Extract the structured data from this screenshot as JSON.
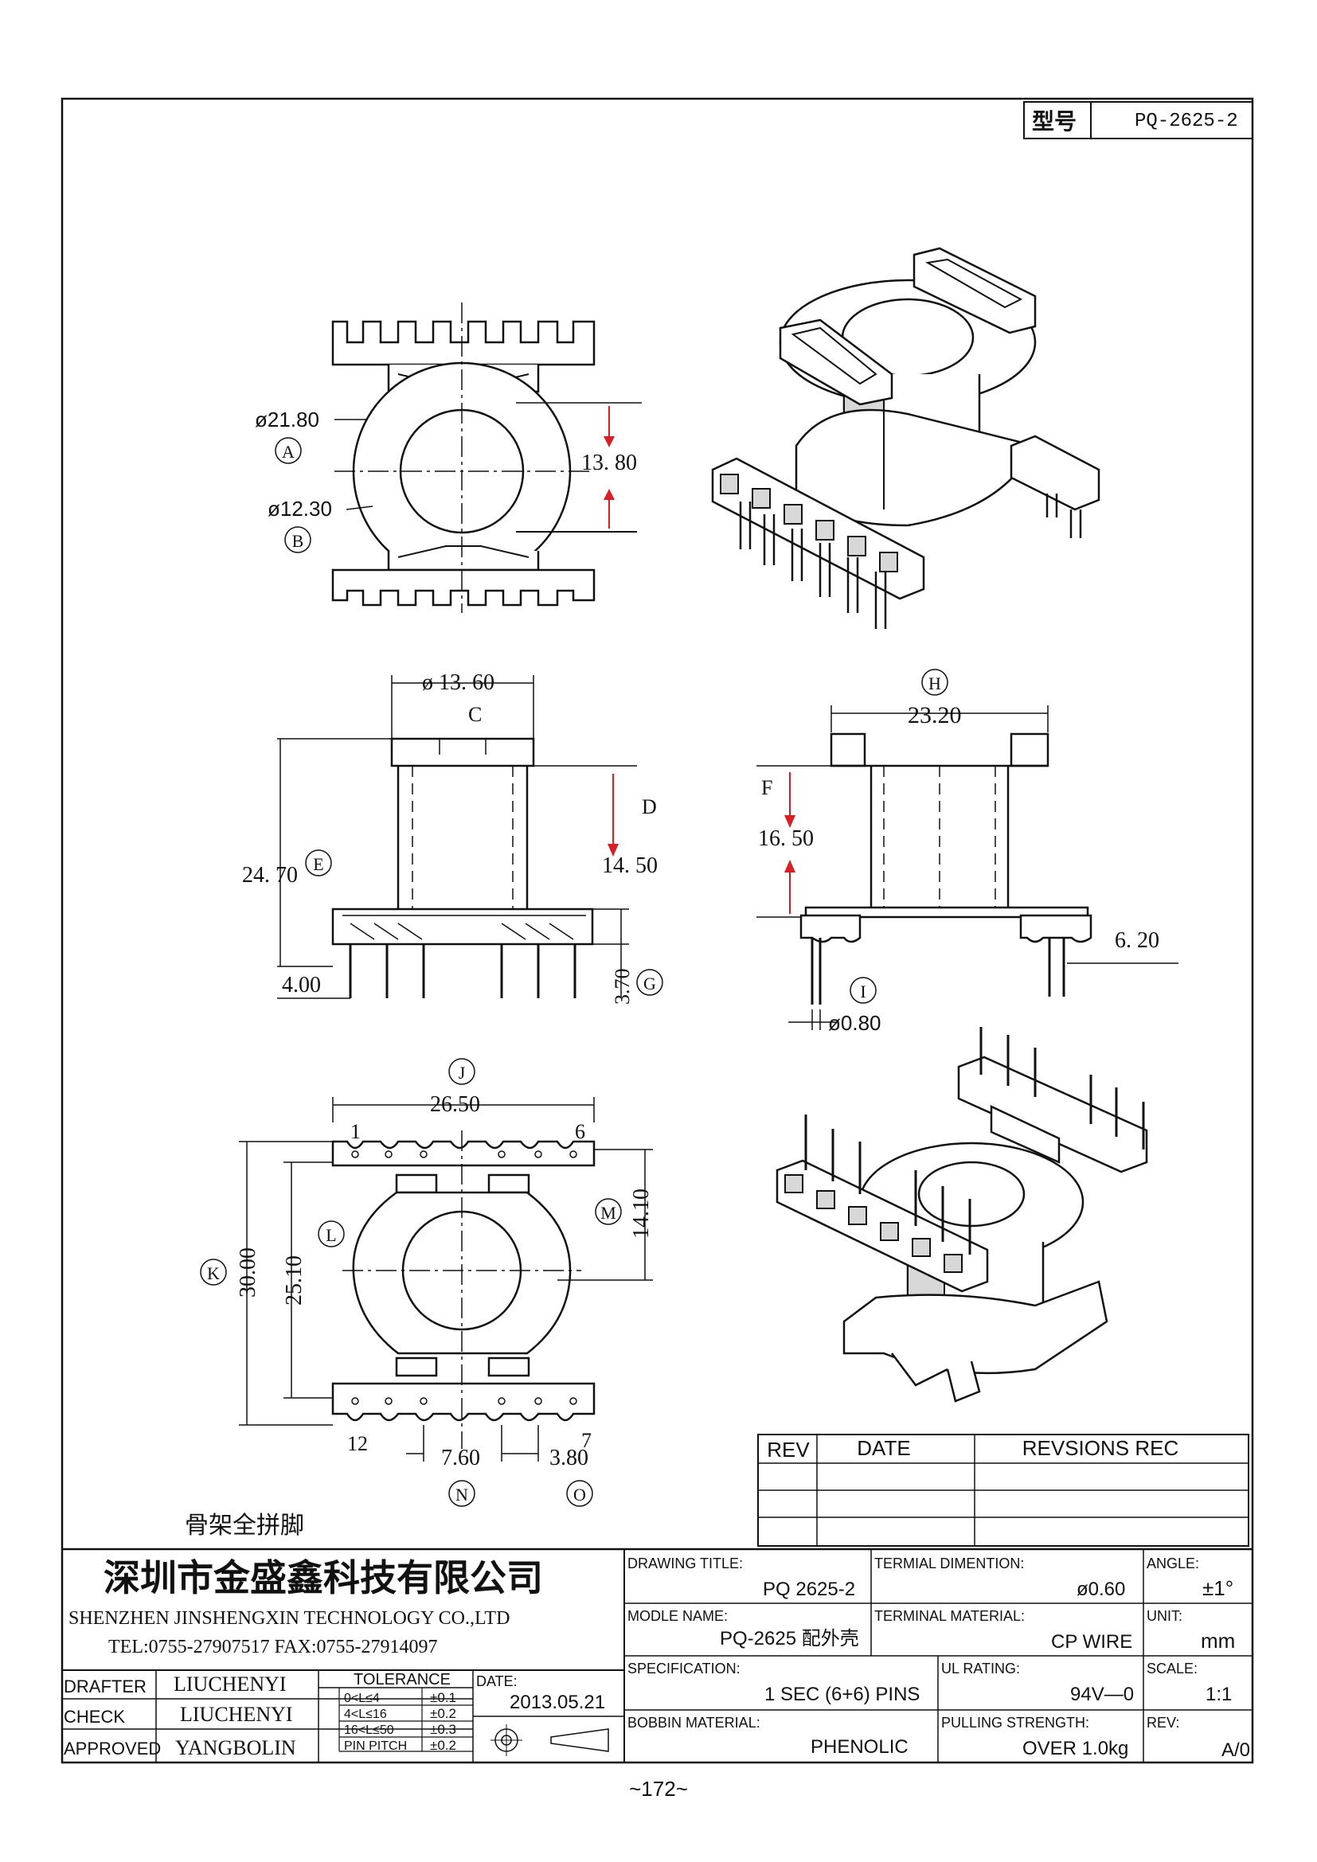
{
  "model_box": {
    "label": "型号",
    "value": "PQ-2625-2"
  },
  "dimensions": {
    "top_view": {
      "outer_dia": "ø21.80",
      "inner_dia": "ø12.30",
      "height": "13. 80",
      "label_a": "A",
      "label_b": "B"
    },
    "front_view": {
      "width": "ø 13. 60",
      "label_c": "C",
      "label_d": "D",
      "total_height": "24. 70",
      "label_e": "E",
      "core_height": "14. 50",
      "pin_offset": "4.00",
      "pin_length": "3.70",
      "label_g": "G"
    },
    "side_view": {
      "label_h": "H",
      "width": "23.20",
      "label_f": "F",
      "core_height": "16. 50",
      "pin_length": "6. 20",
      "label_i": "I",
      "pin_dia": "ø0.80"
    },
    "bottom_view": {
      "label_j": "J",
      "width": "26.50",
      "pin_1": "1",
      "pin_6": "6",
      "pin_7": "7",
      "pin_12": "12",
      "label_k": "K",
      "outer_height": "30.00",
      "inner_height": "25.10",
      "label_l": "L",
      "label_m": "M",
      "right_height": "14.10",
      "pitch_1": "7.60",
      "pitch_2": "3.80",
      "label_n": "N",
      "label_o": "O"
    }
  },
  "note": "骨架全拼脚",
  "revisions": {
    "headers": [
      "REV",
      "DATE",
      "REVSIONS REC"
    ],
    "rows": [
      [
        "",
        "",
        ""
      ],
      [
        "",
        "",
        ""
      ],
      [
        "",
        "",
        ""
      ]
    ]
  },
  "company": {
    "name_cn": "深圳市金盛鑫科技有限公司",
    "name_en": "SHENZHEN JINSHENGXIN TECHNOLOGY CO.,LTD",
    "contact": "TEL:0755-27907517 FAX:0755-27914097"
  },
  "signatures": [
    {
      "role": "DRAFTER",
      "name": "LIUCHENYI"
    },
    {
      "role": "CHECK",
      "name": "LIUCHENYI"
    },
    {
      "role": "APPROVED",
      "name": "YANGBOLIN"
    }
  ],
  "tolerance": {
    "header": "TOLERANCE",
    "rows": [
      {
        "range": "0<L≤4",
        "value": "±0.1"
      },
      {
        "range": "4<L≤16",
        "value": "±0.2"
      },
      {
        "range": "16<L≤50",
        "value": "±0.3"
      },
      {
        "range": "PIN PITCH",
        "value": "±0.2"
      }
    ]
  },
  "date": {
    "label": "DATE:",
    "value": "2013.05.21"
  },
  "title_block": {
    "drawing_title": {
      "label": "DRAWING TITLE:",
      "value": "PQ 2625-2"
    },
    "terminal_dimention": {
      "label": "TERMIAL DIMENTION:",
      "value": "ø0.60"
    },
    "angle": {
      "label": "ANGLE:",
      "value": "±1°"
    },
    "model_name": {
      "label": "MODLE NAME:",
      "value": "PQ-2625 配外壳"
    },
    "terminal_material": {
      "label": "TERMINAL MATERIAL:",
      "value": "CP WIRE"
    },
    "unit": {
      "label": "UNIT:",
      "value": "mm"
    },
    "specification": {
      "label": "SPECIFICATION:",
      "value": "1 SEC (6+6) PINS"
    },
    "ul_rating": {
      "label": "UL RATING:",
      "value": "94V—0"
    },
    "scale": {
      "label": "SCALE:",
      "value": "1:1"
    },
    "bobbin_material": {
      "label": "BOBBIN  MATERIAL:",
      "value": "PHENOLIC"
    },
    "pulling_strength": {
      "label": "PULLING STRENGTH:",
      "value": "OVER  1.0kg"
    },
    "rev": {
      "label": "REV:",
      "value": "A/0"
    }
  },
  "page_number": "~172~"
}
